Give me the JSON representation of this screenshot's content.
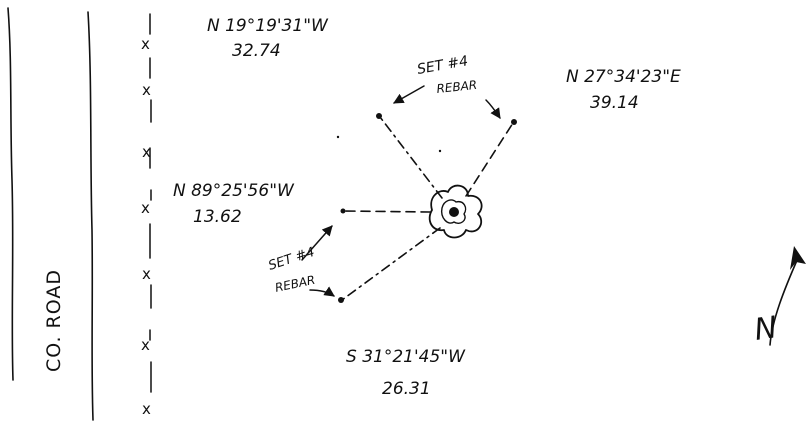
{
  "road": {
    "label": "CO. ROAD"
  },
  "fence": {
    "marker": "x"
  },
  "calls": [
    {
      "bearing": "N 19°19'31\"W",
      "distance": "32.74"
    },
    {
      "bearing": "N 27°34'23\"E",
      "distance": "39.14"
    },
    {
      "bearing": "N 89°25'56\"W",
      "distance": "13.62"
    },
    {
      "bearing": "S 31°21'45\"W",
      "distance": "26.31"
    }
  ],
  "rebar_notes": [
    {
      "line1": "SET #4",
      "line2": "REBAR"
    },
    {
      "line1": "SET #4",
      "line2": "REBAR"
    }
  ],
  "north_arrow": {
    "label": "N"
  },
  "colors": {
    "ink": "#111111",
    "paper": "#ffffff"
  }
}
